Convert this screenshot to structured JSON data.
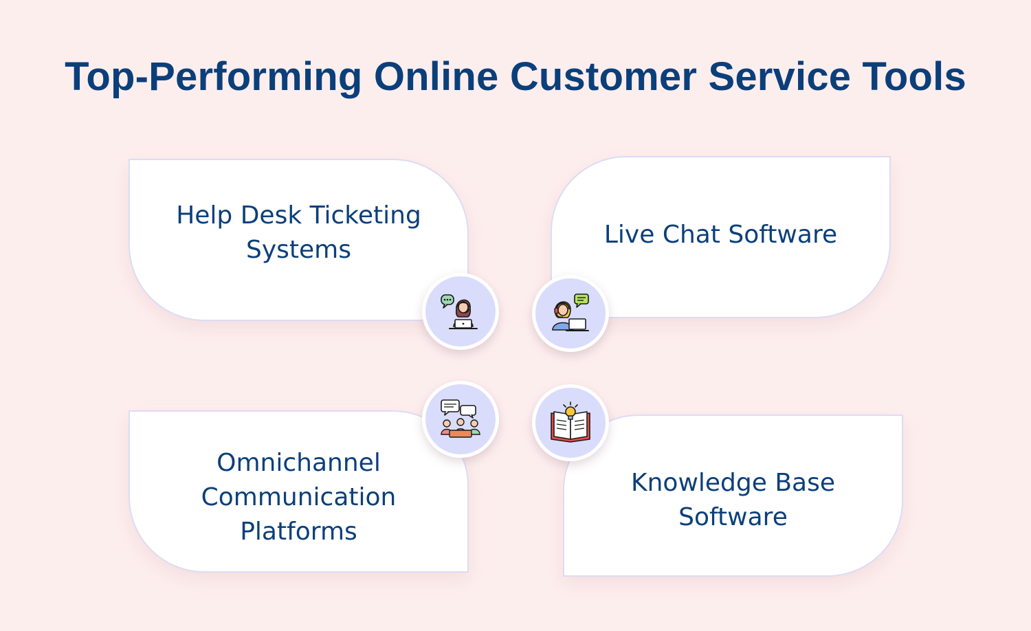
{
  "title": "Top-Performing Online Customer Service Tools",
  "tools": [
    {
      "label": "Help Desk Ticketing Systems",
      "icon": "support-agent-laptop-icon"
    },
    {
      "label": "Live Chat Software",
      "icon": "headset-chat-icon"
    },
    {
      "label": "Omnichannel Communication Platforms",
      "icon": "team-discussion-icon"
    },
    {
      "label": "Knowledge Base Software",
      "icon": "book-lightbulb-icon"
    }
  ],
  "colors": {
    "background": "#fdeeee",
    "title": "#0b3f7a",
    "card": "#ffffff",
    "card_border": "#dcdcf7",
    "icon_badge": "#d9dcfb"
  }
}
